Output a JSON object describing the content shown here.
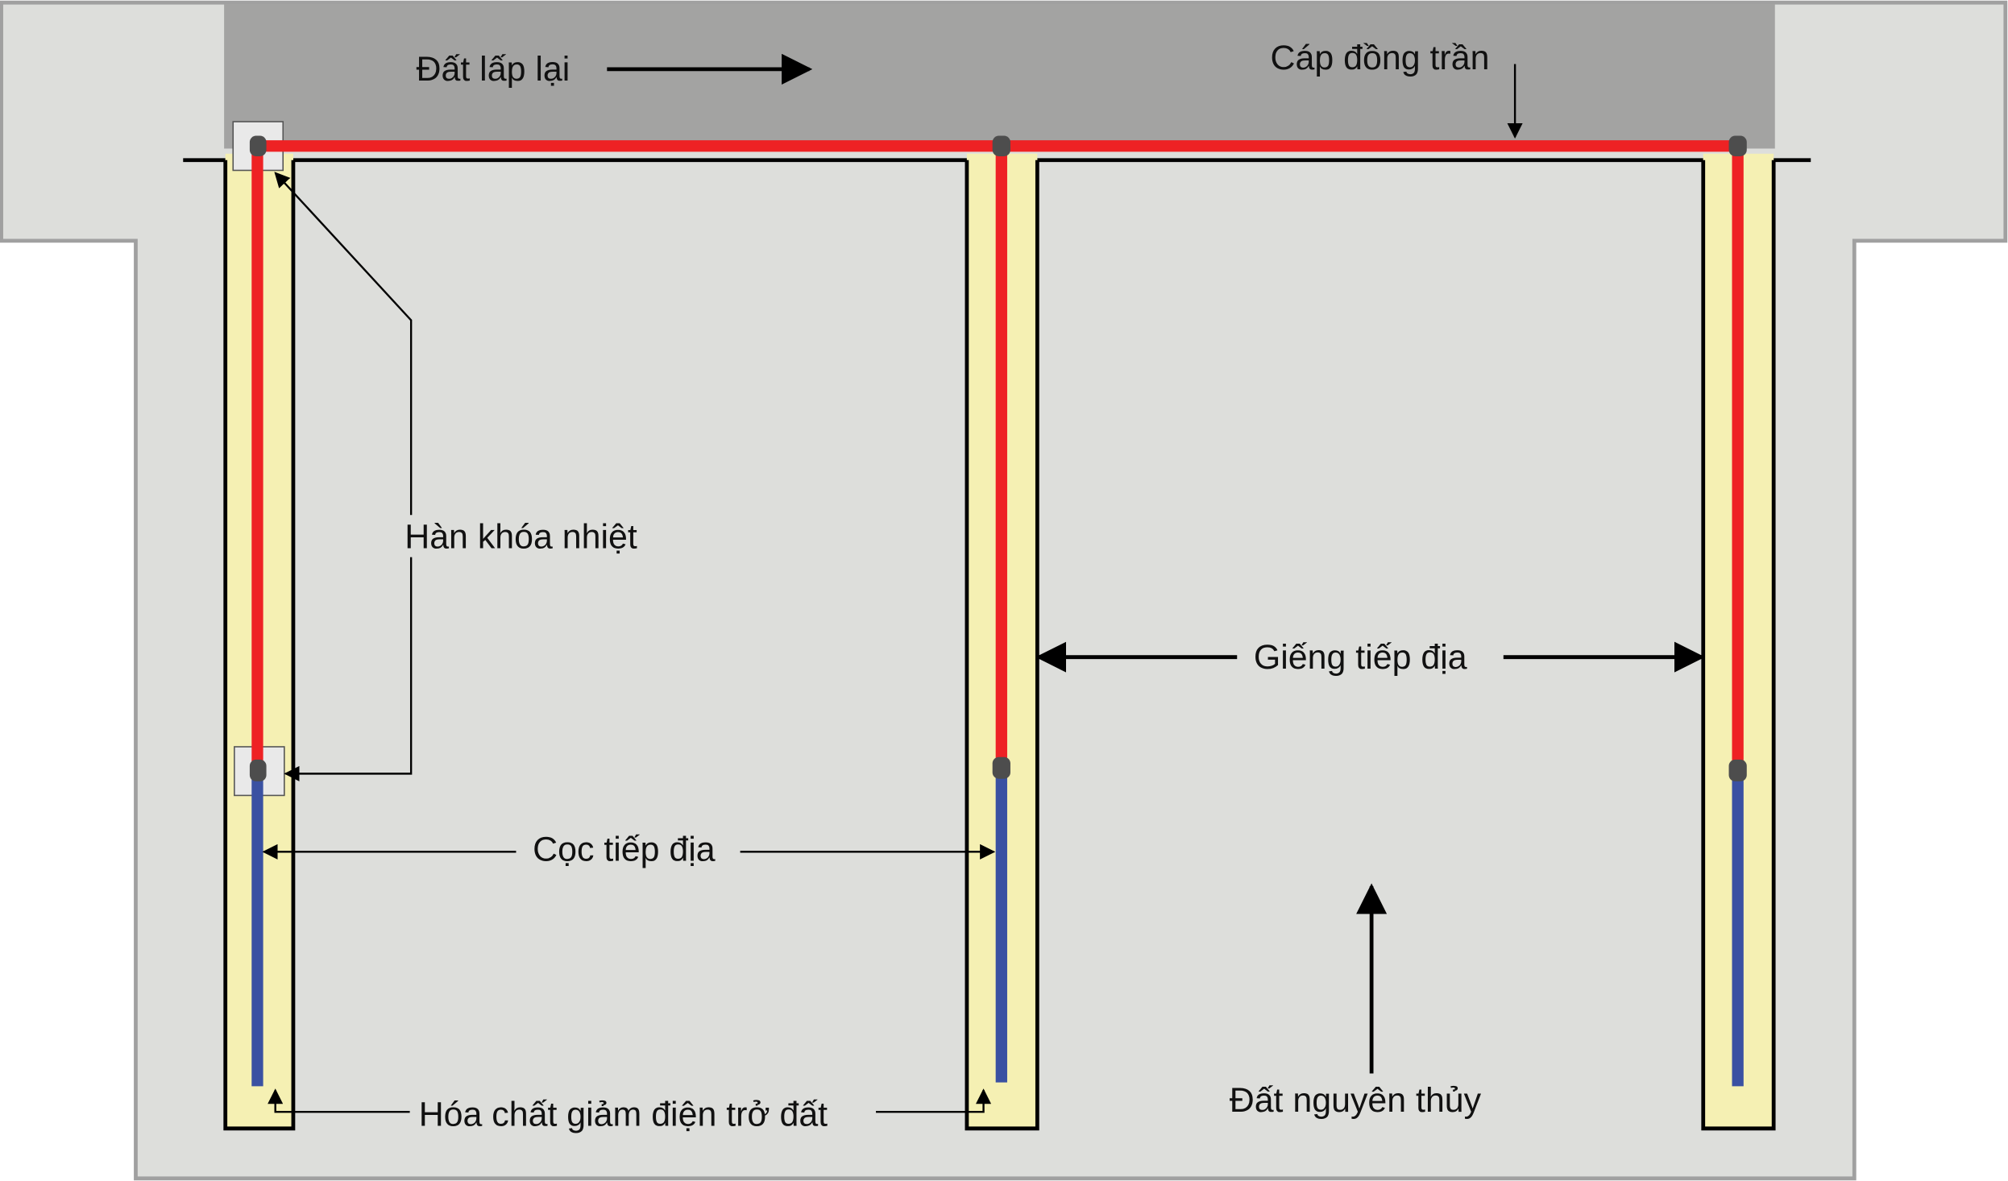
{
  "title": "Sơ đồ hệ thống tiếp địa",
  "labels": {
    "backfill": "Đất lấp lại",
    "bare_copper_cable": "Cáp đồng trần",
    "exothermic_weld": "Hàn khóa nhiệt",
    "grounding_well": "Giếng tiếp địa",
    "grounding_rod": "Cọc tiếp địa",
    "native_soil": "Đất nguyên thủy",
    "resistance_chemical": "Hóa chất giảm điện trở đất"
  },
  "colors": {
    "native_soil": "#dddedb",
    "backfill": "#a3a3a2",
    "well_fill": "#f5f0b3",
    "copper_cable": "#ee2224",
    "rod": "#3a51a2",
    "connector": "#4d4d4d"
  }
}
